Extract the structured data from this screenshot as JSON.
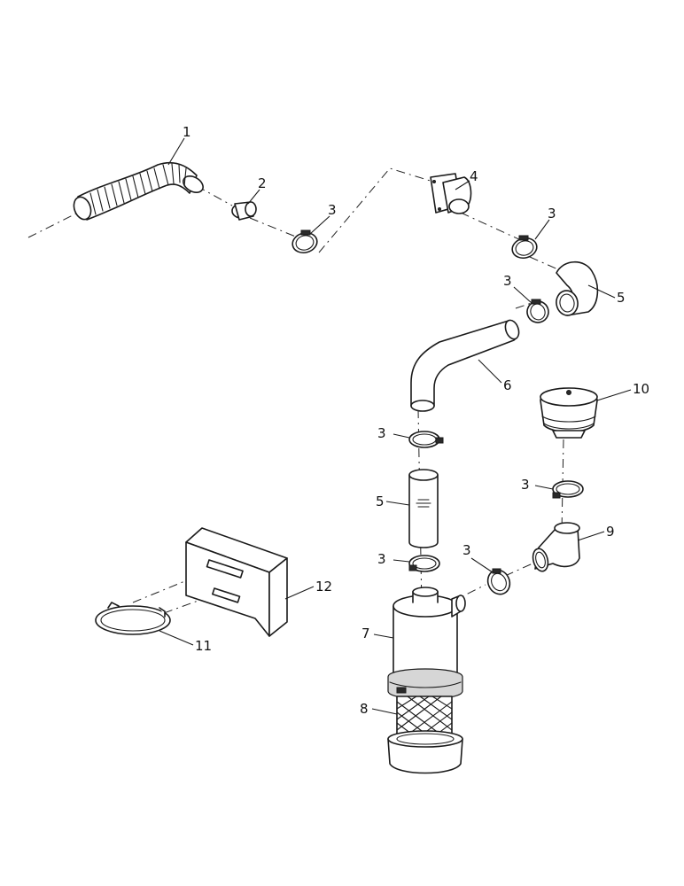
{
  "callouts": [
    {
      "id": "c1",
      "text": "1"
    },
    {
      "id": "c2",
      "text": "2"
    },
    {
      "id": "c3a",
      "text": "3"
    },
    {
      "id": "c4",
      "text": "4"
    },
    {
      "id": "c3b",
      "text": "3"
    },
    {
      "id": "c3c",
      "text": "3"
    },
    {
      "id": "c5a",
      "text": "5"
    },
    {
      "id": "c6",
      "text": "6"
    },
    {
      "id": "c10",
      "text": "10"
    },
    {
      "id": "c3d",
      "text": "3"
    },
    {
      "id": "c3e",
      "text": "3"
    },
    {
      "id": "c5b",
      "text": "5"
    },
    {
      "id": "c9",
      "text": "9"
    },
    {
      "id": "c3f",
      "text": "3"
    },
    {
      "id": "c3g",
      "text": "3"
    },
    {
      "id": "c12",
      "text": "12"
    },
    {
      "id": "c7",
      "text": "7"
    },
    {
      "id": "c11",
      "text": "11"
    },
    {
      "id": "c8",
      "text": "8"
    }
  ],
  "colors": {
    "line": "#1a1a1a",
    "paper": "#ffffff",
    "shade": "#d6d6d6"
  }
}
